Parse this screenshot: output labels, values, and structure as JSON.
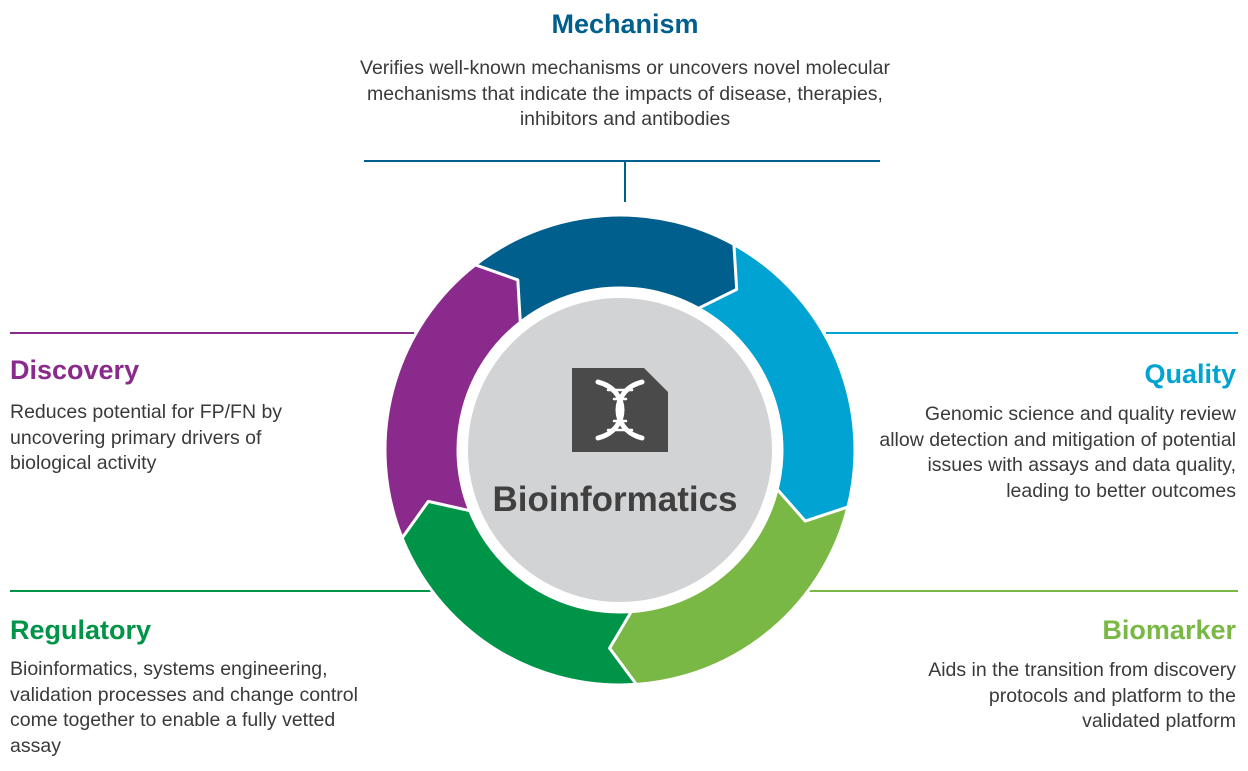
{
  "center": {
    "label": "Bioinformatics",
    "icon": "dna-chip-icon"
  },
  "colors": {
    "mechanism": "#005f8c",
    "quality": "#00a3d1",
    "biomarker": "#7ab845",
    "regulatory": "#009448",
    "discovery": "#8a2a8c",
    "center_fill": "#d2d3d5",
    "icon": "#4a4a4a"
  },
  "sections": {
    "mechanism": {
      "title": "Mechanism",
      "description": "Verifies well-known mechanisms or uncovers novel molecular mechanisms that indicate the impacts of disease, therapies, inhibitors and antibodies"
    },
    "discovery": {
      "title": "Discovery",
      "description": "Reduces potential for FP/FN by uncovering primary drivers of biological activity"
    },
    "quality": {
      "title": "Quality",
      "description": "Genomic science and quality review allow detection and mitigation of potential issues with assays and data quality, leading to better outcomes"
    },
    "regulatory": {
      "title": "Regulatory",
      "description": "Bioinformatics, systems engineering, validation processes and change control come together to enable a fully vetted assay"
    },
    "biomarker": {
      "title": "Biomarker",
      "description": "Aids in the transition from discovery protocols and platform to the validated platform"
    }
  }
}
